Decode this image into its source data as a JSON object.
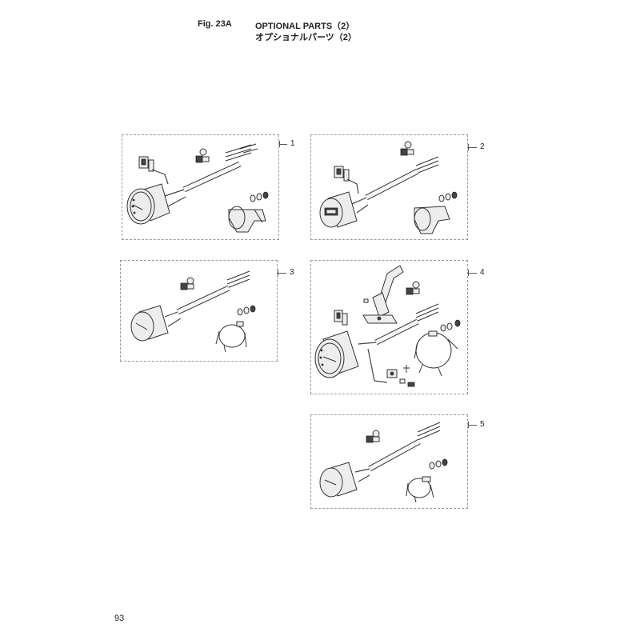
{
  "header": {
    "figure": "Fig. 23A",
    "title_en": "OPTIONAL PARTS（2）",
    "title_jp": "オプショナルパーツ（2）"
  },
  "page_number": "93",
  "groups": [
    {
      "callout": "1"
    },
    {
      "callout": "2"
    },
    {
      "callout": "3"
    },
    {
      "callout": "4"
    },
    {
      "callout": "5"
    }
  ]
}
